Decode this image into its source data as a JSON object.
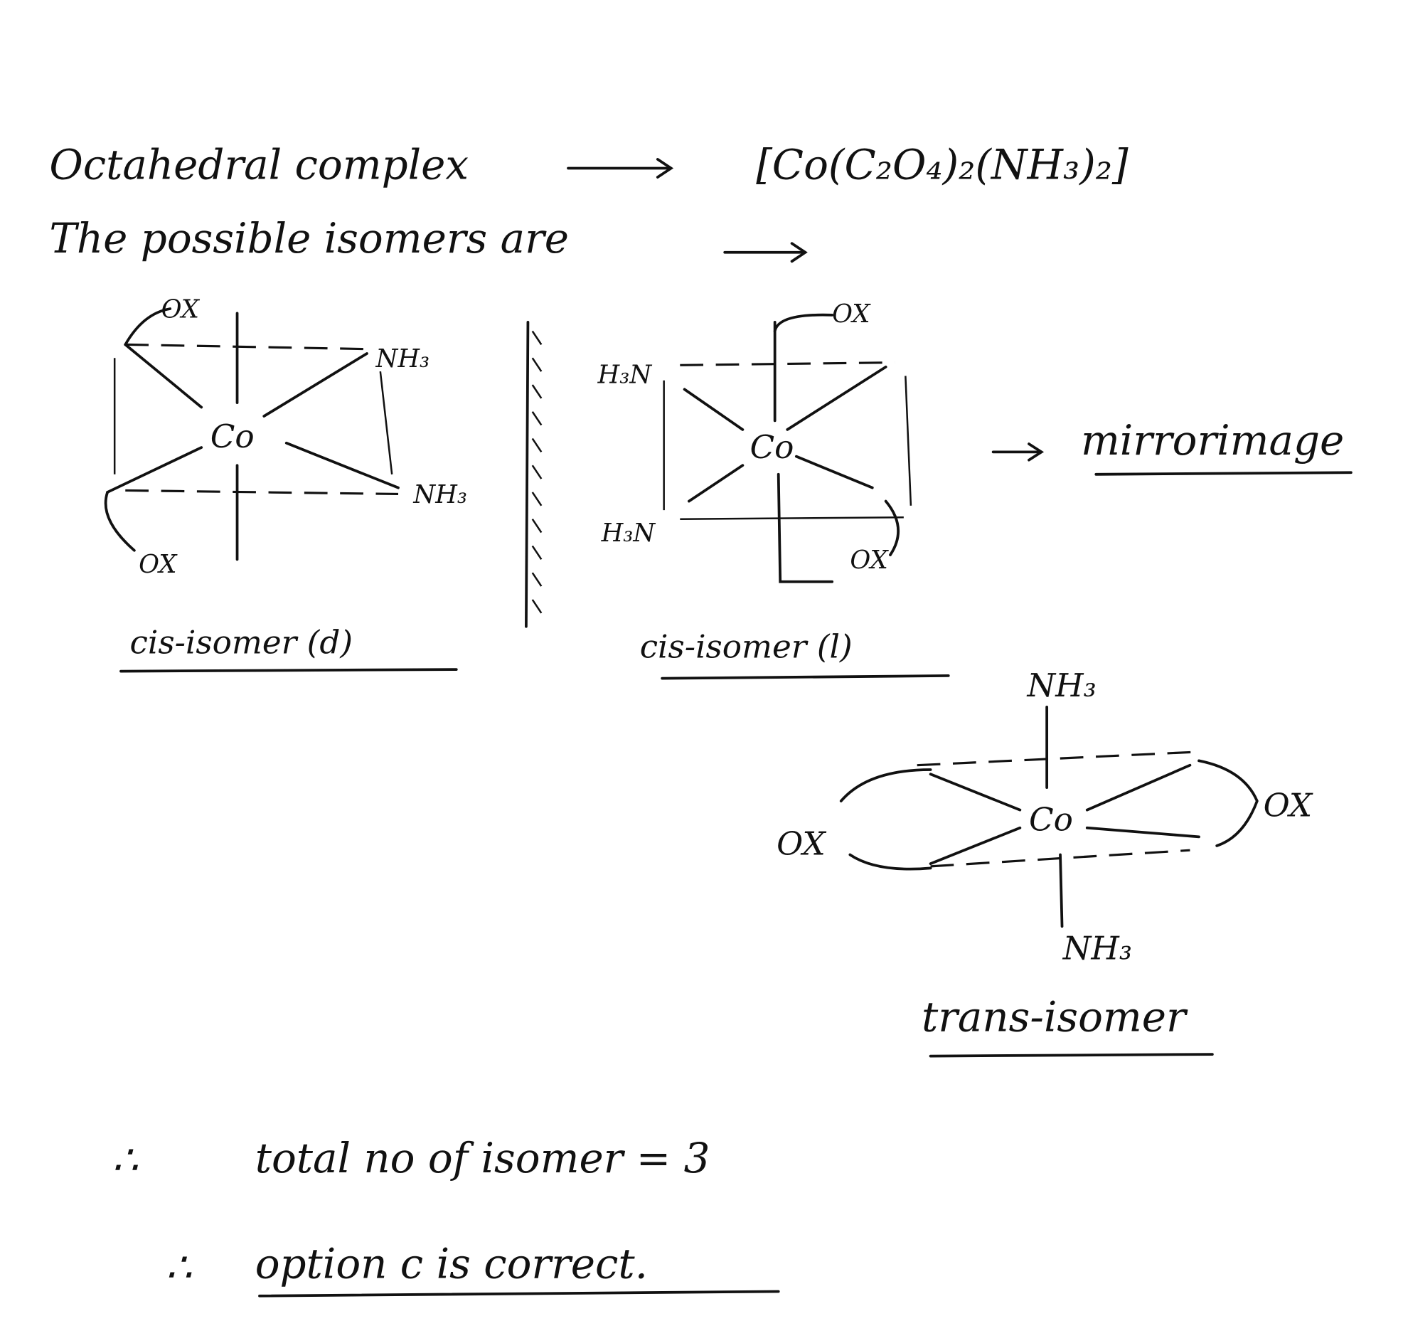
{
  "header": {
    "line1": "Octahedral complex",
    "formula": "[Co(C₂O₄)₂(NH₃)₂]",
    "line2": "The possible isomers are"
  },
  "cis_d": {
    "ox_top": "OX",
    "ox_bottom": "OX",
    "nh3_top": "NH₃",
    "nh3_bottom": "NH₃",
    "metal": "Co",
    "caption": "cis-isomer (d)"
  },
  "cis_l": {
    "ox_top": "OX",
    "ox_bottom": "OX",
    "nh3_top": "H₃N",
    "nh3_bottom": "H₃N",
    "metal": "Co",
    "caption": "cis-isomer (l)"
  },
  "mirror_note": "mirrorimage",
  "trans": {
    "nh3_top": "NH₃",
    "nh3_bottom": "NH₃",
    "ox_left": "OX",
    "ox_right": "OX",
    "metal": "Co",
    "caption": "trans-isomer"
  },
  "conclusion": {
    "symbol": "∴",
    "total": "total no of isomer = 3",
    "answer": "option c is correct."
  }
}
